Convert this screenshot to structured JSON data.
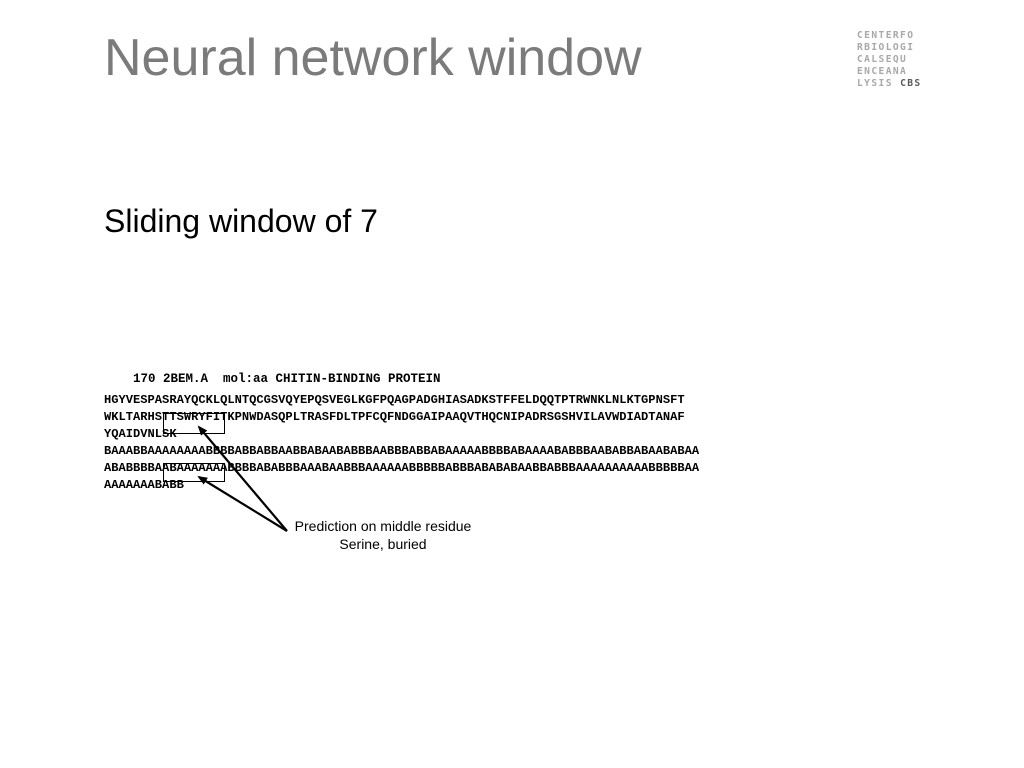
{
  "slide": {
    "title": "Neural network window",
    "subtitle": "Sliding window of 7"
  },
  "logo": {
    "rows": [
      "CENTERFO",
      "RBIOLOGI",
      "CALSEQU",
      "ENCEANA"
    ],
    "last_row_prefix": "LYSIS ",
    "last_row_brand": "CBS"
  },
  "sequence": {
    "header": "170 2BEM.A  mol:aa CHITIN-BINDING PROTEIN",
    "aa_lines": [
      "HGYVESPASRAYQCKLQLNTQCGSVQYEPQSVEGLKGFPQAGPADGHIASADKSTFFELDQQTPTRWNKLNLKTGPNSFT",
      "WKLTARHSTTSWRYFITKPNWDASQPLTRASFDLTPFCQFNDGGAIPAAQVTHQCNIPADRSGSHVILAVWDIADTANAF",
      "YQAIDVNLSK"
    ],
    "label_lines": [
      "BAAABBAAAAAAAABBBBABBABBAABBABAABABBBAABBBABBABAAAAABBBBABAAAABABBBAABABBABAABABAA",
      "ABABBBBAABAAAAAAABBBBABABBBAAABAABBBAAAAAABBBBBABBBABABABAABBABBBAAAAAAAAAABBBBBAA",
      "AAAAAAABABB"
    ]
  },
  "annotation": {
    "line1": "Prediction on middle residue",
    "line2": "Serine, buried"
  }
}
